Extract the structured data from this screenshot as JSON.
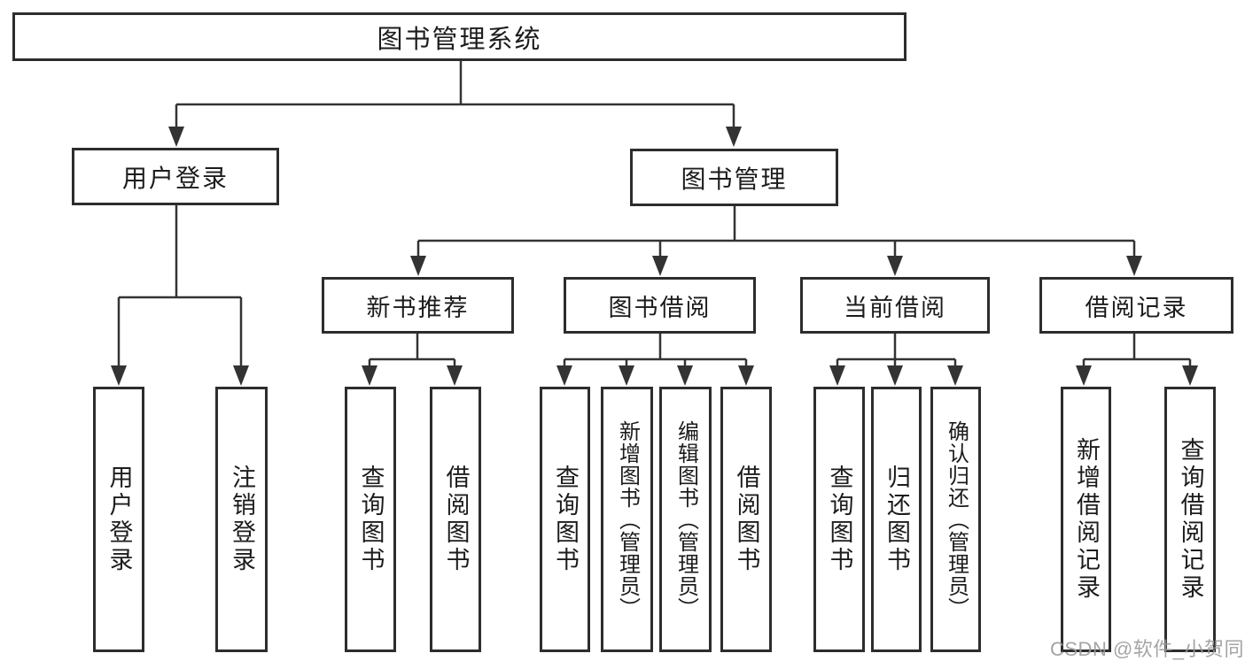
{
  "diagram": {
    "title": "图书管理系统",
    "colors": {
      "line": "#333333",
      "box_border": "#2d2d2d",
      "text": "#1c1c1c",
      "watermark": "#9b9b9b",
      "background": "#ffffff"
    },
    "tree": {
      "root": {
        "label": "图书管理系统"
      },
      "children": [
        {
          "label": "用户登录",
          "children": [
            {
              "label": "用户登录"
            },
            {
              "label": "注销登录"
            }
          ]
        },
        {
          "label": "图书管理",
          "children": [
            {
              "label": "新书推荐",
              "children": [
                {
                  "label": "查询图书"
                },
                {
                  "label": "借阅图书"
                }
              ]
            },
            {
              "label": "图书借阅",
              "children": [
                {
                  "label": "查询图书"
                },
                {
                  "label": "新增图书（管理员）"
                },
                {
                  "label": "编辑图书（管理员）"
                },
                {
                  "label": "借阅图书"
                }
              ]
            },
            {
              "label": "当前借阅",
              "children": [
                {
                  "label": "查询图书"
                },
                {
                  "label": "归还图书"
                },
                {
                  "label": "确认归还（管理员）"
                }
              ]
            },
            {
              "label": "借阅记录",
              "children": [
                {
                  "label": "新增借阅记录"
                },
                {
                  "label": "查询借阅记录"
                }
              ]
            }
          ]
        }
      ]
    },
    "watermark": {
      "text": "CSDN @软件_小贺同学"
    }
  }
}
